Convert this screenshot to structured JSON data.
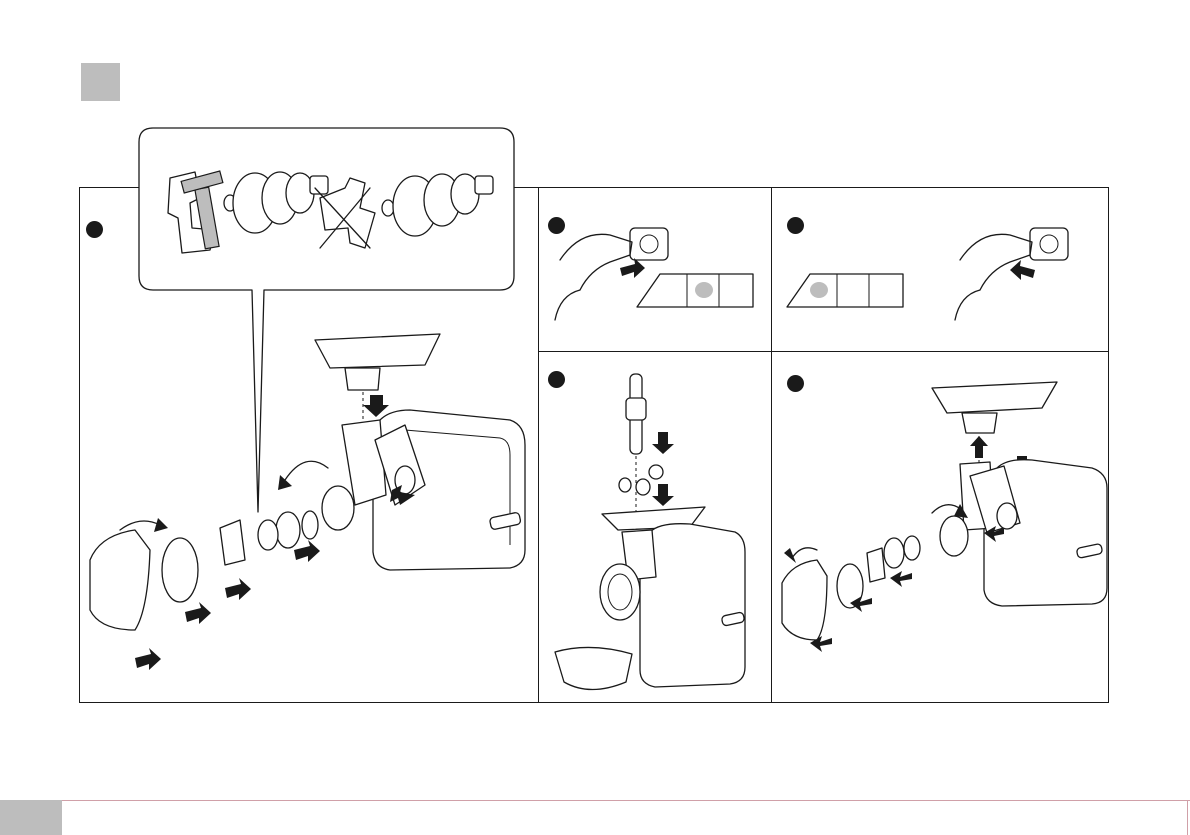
{
  "page": {
    "footer_page_number": ""
  },
  "steps": [
    {
      "id": "step-1",
      "number": ""
    },
    {
      "id": "step-2",
      "number": ""
    },
    {
      "id": "step-3",
      "number": ""
    },
    {
      "id": "step-4",
      "number": ""
    },
    {
      "id": "step-5",
      "number": ""
    }
  ],
  "colors": {
    "line": "#1a1a1a",
    "header_square": "#bdbdbd",
    "footer_tab": "#bdbdbd",
    "footer_rule": "#d0a0a8",
    "switch_indicator": "#bdbdbd"
  },
  "icons": [
    "knife-correct-icon",
    "knife-incorrect-icon",
    "plug-in-icon",
    "unplug-icon",
    "switch-panel-icon",
    "pusher-icon",
    "meat-grinder-icon",
    "bowl-icon",
    "rotate-arrow-icon",
    "push-arrow-icon"
  ]
}
